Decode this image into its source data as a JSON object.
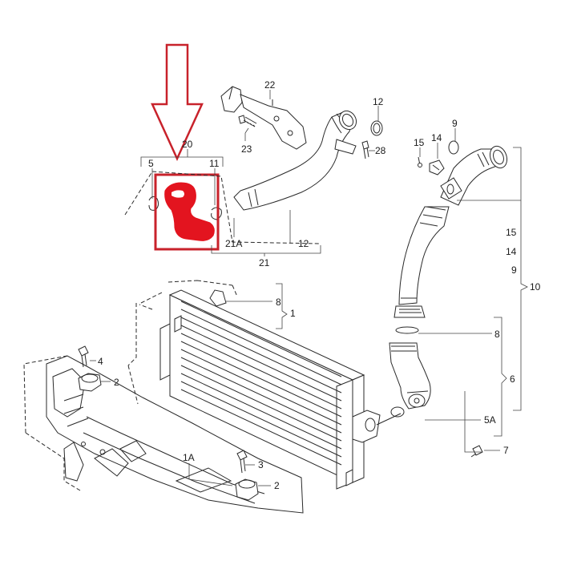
{
  "accent_color": "#d21f26",
  "callouts": {
    "c22": "22",
    "c12a": "12",
    "c23": "23",
    "c28": "28",
    "c9a": "9",
    "c14": "14",
    "c15a": "15",
    "c20": "20",
    "c5a": "5",
    "c11": "11",
    "c21a": "21A",
    "c12b": "12",
    "c21": "21",
    "c15b": "15",
    "c14b": "14",
    "c9b": "9",
    "c10": "10",
    "c8a": "8",
    "c1": "1",
    "c4": "4",
    "c2a": "2",
    "c8b": "8",
    "c6": "6",
    "c5b": "5A",
    "c7": "7",
    "c1a": "1A",
    "c3": "3",
    "c2b": "2"
  }
}
